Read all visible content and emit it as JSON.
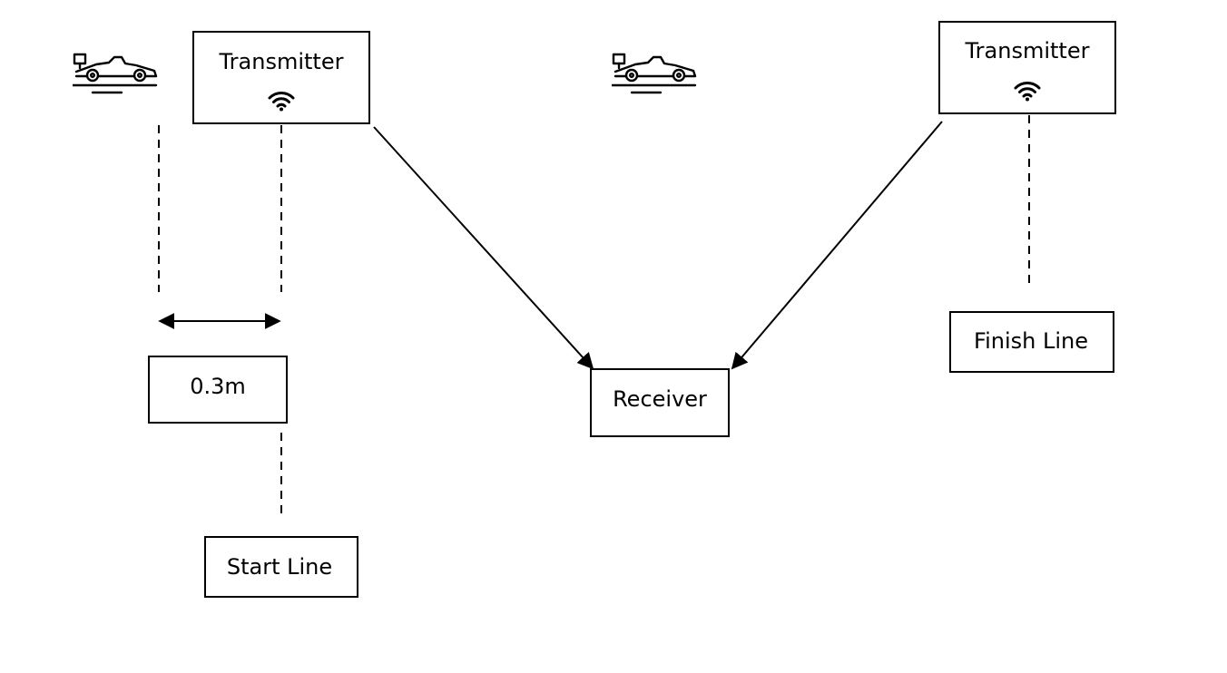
{
  "labels": {
    "transmitter_left": "Transmitter",
    "transmitter_right": "Transmitter",
    "distance": "0.3m",
    "receiver": "Receiver",
    "start_line": "Start Line",
    "finish_line": "Finish Line"
  },
  "icons": {
    "car": "race-car-icon",
    "wifi": "wifi-icon"
  },
  "colors": {
    "stroke": "#000000",
    "background": "#ffffff"
  }
}
